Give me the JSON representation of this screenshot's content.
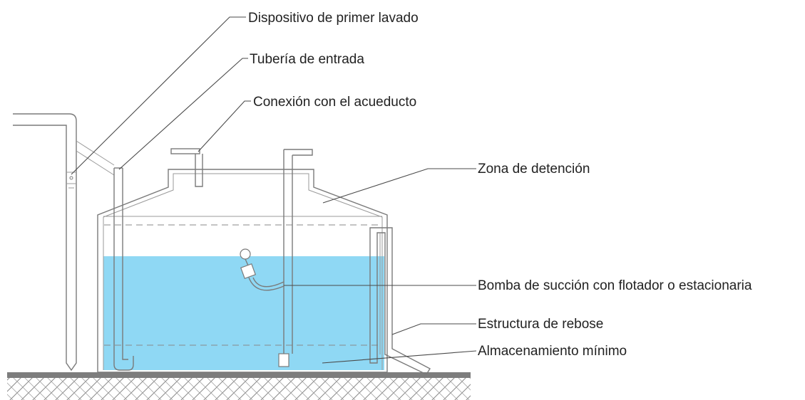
{
  "labels": {
    "first_wash": "Dispositivo de primer lavado",
    "inlet_pipe": "Tubería de entrada",
    "aqueduct": "Conexión con el acueducto",
    "detention_zone": "Zona de detención",
    "pump": "Bomba de succión con flotador o estacionaria",
    "overflow": "Estructura de rebose",
    "min_storage": "Almacenamiento mínimo"
  },
  "colors": {
    "water": "#8fd8f4",
    "pipe": "#7a7a7a",
    "ground": "#7d7d7d",
    "text": "#222222"
  }
}
